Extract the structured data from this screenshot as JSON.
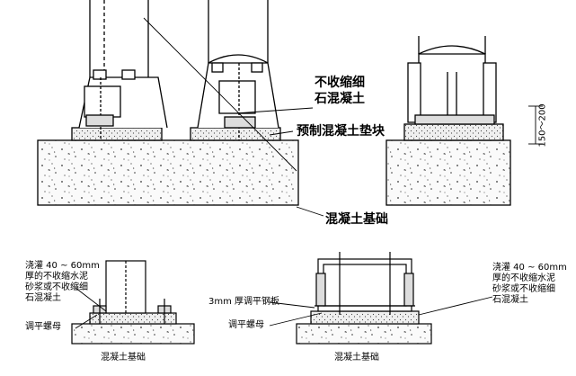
{
  "upper": {
    "label_grout_line1": "不收缩细",
    "label_grout_line2": "石混凝土",
    "label_precast_pad": "预制混凝土垫块",
    "label_foundation": "混凝土基础",
    "dimension_150_200": "150～200"
  },
  "lower_left": {
    "note_line1": "浇灌 40 ~ 60mm",
    "note_line2": "厚的不收缩水泥",
    "note_line3": "砂浆或不收缩细",
    "note_line4": "石混凝土",
    "label_nut": "调平螺母",
    "label_foundation": "混凝土基础"
  },
  "lower_right": {
    "label_plate": "3mm 厚调平钢板",
    "label_nut": "调平螺母",
    "label_foundation": "混凝土基础",
    "note_line1": "浇灌 40 ~ 60mm",
    "note_line2": "厚的不收缩水泥",
    "note_line3": "砂浆或不收缩细",
    "note_line4": "石混凝土"
  }
}
